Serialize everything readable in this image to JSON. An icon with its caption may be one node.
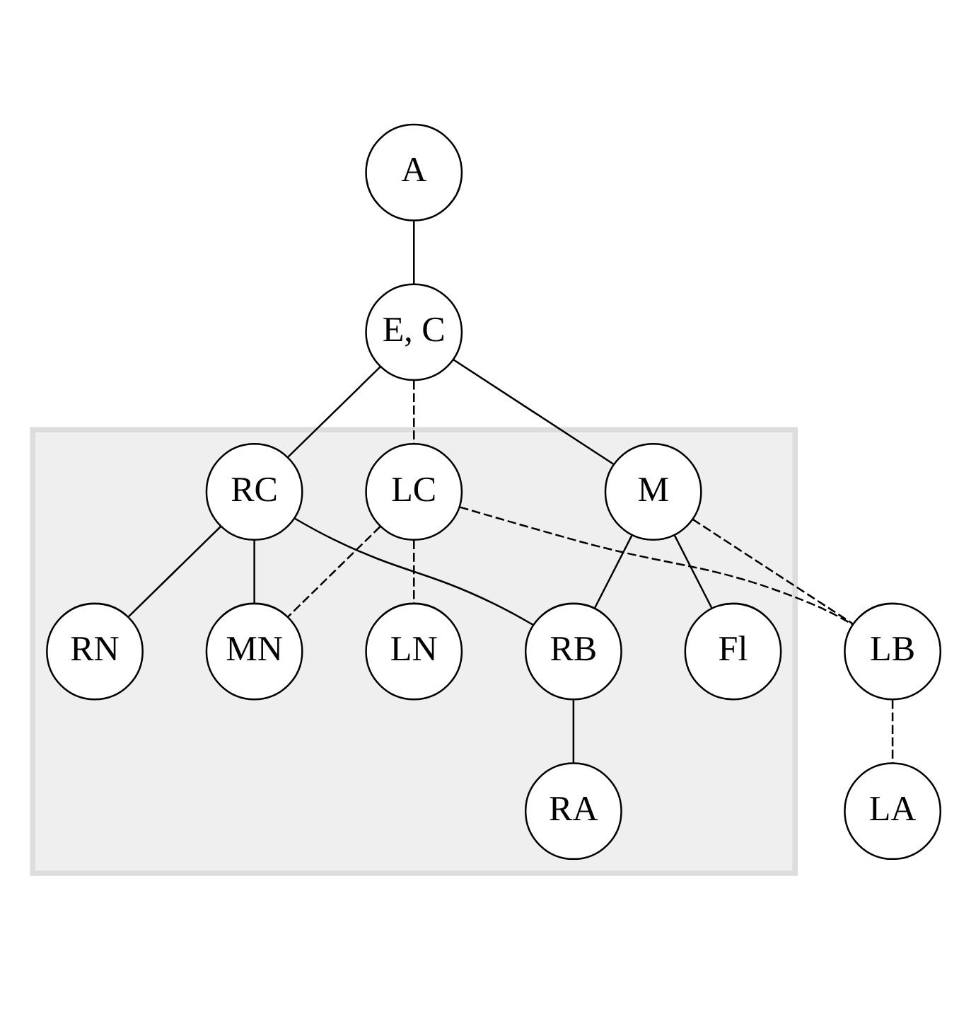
{
  "diagram": {
    "nodes": [
      {
        "text": [
          "A"
        ]
      },
      {
        "text": [
          "E, C"
        ]
      },
      {
        "text": [],
        "shape": "parallelogram"
      },
      {
        "text": [
          "M"
        ],
        "in": 2
      },
      {
        "text": [
          "LC"
        ],
        "in": 2
      },
      {
        "text": [
          "RC"
        ],
        "in": 2
      },
      {
        "text": [
          "LB"
        ]
      },
      {
        "text": [
          "RB"
        ],
        "in": 2
      },
      {
        "text": [
          "LN"
        ],
        "in": 2
      },
      {
        "text": [
          "MN"
        ],
        "in": 2
      },
      {
        "text": [
          "RN"
        ],
        "in": 2
      },
      {
        "text": [
          "LA"
        ]
      },
      {
        "text": [
          "Fl"
        ],
        "in": 2
      },
      {
        "text": [
          "RA"
        ],
        "in": 2
      }
    ],
    "edges": [
      {
        "from": 0,
        "to": 1,
        "arrow": "none"
      },
      {
        "from": 1,
        "to": 3,
        "arrow": "none"
      },
      {
        "from": 1,
        "to": 4,
        "arrow": "none",
        "style": "dashed"
      },
      {
        "from": 1,
        "to": 5,
        "arrow": "none"
      },
      {
        "from": 3,
        "to": 6,
        "arrow": "none",
        "style": "dashed"
      },
      {
        "from": 4,
        "to": 6,
        "arrow": "none",
        "style": "dashed"
      },
      {
        "from": 3,
        "to": 12,
        "arrow": "none"
      },
      {
        "from": 3,
        "to": 7,
        "arrow": "none"
      },
      {
        "from": 5,
        "to": 7,
        "arrow": "none"
      },
      {
        "from": 4,
        "to": 8,
        "arrow": "none",
        "style": "dashed"
      },
      {
        "from": 4,
        "to": 9,
        "arrow": "none",
        "style": "dashed"
      },
      {
        "from": 5,
        "to": 9,
        "arrow": "none"
      },
      {
        "from": 5,
        "to": 10,
        "arrow": "none"
      },
      {
        "from": 6,
        "to": 11,
        "arrow": "none",
        "style": "dashed"
      },
      {
        "from": 7,
        "to": 13,
        "arrow": "none"
      }
    ]
  }
}
